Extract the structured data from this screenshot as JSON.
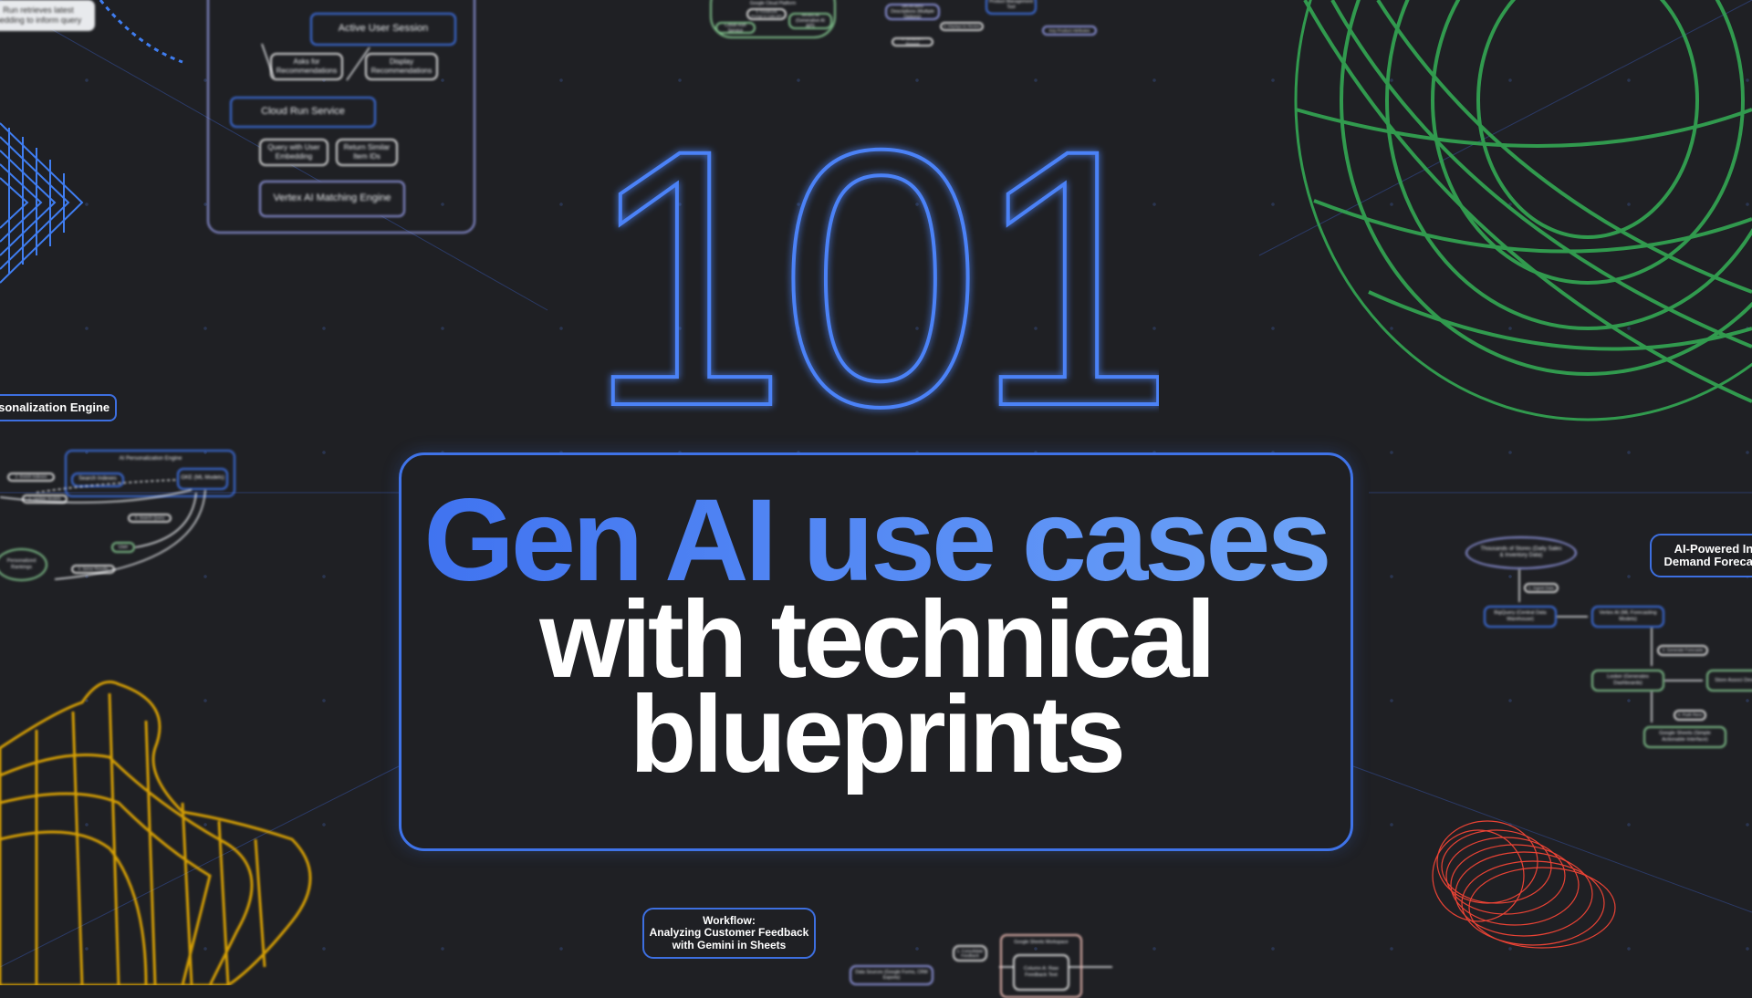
{
  "hero": {
    "number": "101",
    "line1": "Gen AI use cases",
    "line2": "with technical",
    "line3": "blueprints"
  },
  "colors": {
    "background": "#1f2024",
    "accent_blue": "#3f73e8",
    "sphere_green": "#34a853",
    "gear_yellow": "#f9ab00",
    "spring_red": "#ea4335"
  },
  "diagram_top_left": {
    "note": "Run retrieves latest\nbedding to inform query",
    "active_user_session": "Active User Session",
    "asks_for": "Asks for Recommendations",
    "display": "Display Recommendations",
    "cloud_run": "Cloud Run Service",
    "query_with": "Query with User Embedding",
    "return_similar": "Return Similar Item IDs",
    "matching_engine": "Vertex AI Matching Engine"
  },
  "diagram_top_center": {
    "gcp": "Google Cloud Platform",
    "construct_prompt": "3. Constructs Prompt & Calls API",
    "cloud_run": "Cloud Run Service",
    "vertex": "Vertex AI (Generative AI API)",
    "generated": "Generated Descriptions (Multiple Options)",
    "displays": "5. Displays for Review",
    "pmt": "Product Management Tool",
    "key_attrs": "Key Product Attributes",
    "sends": "2. Sends API Request"
  },
  "diagram_left": {
    "title": "ersonalization Engine",
    "engine": "AI Personalization Engine",
    "enrich": "2. Enrich Indexes",
    "update": "2. Update Models",
    "search_indexes": "Search Indexes",
    "gke": "GKE (ML Models)",
    "search_query": "3. Search Query",
    "user": "User",
    "rankings": "Personalized Rankings",
    "serve": "4. Serve Results"
  },
  "diagram_right": {
    "title": "AI-Powered In\nDemand Forecast",
    "stores": "Thousands of Stores (Daily Sales & Inventory Data)",
    "ingest": "1. Ingest Data",
    "bigquery": "BigQuery (Central Data Warehouse)",
    "vertex": "Vertex AI (ML Forecasting Models)",
    "generate": "3. Generate Forecasts",
    "looker": "Looker (Generates Dashboards)",
    "store_assoc": "Store Associ Devices",
    "push": "4. Push Recs",
    "sheets": "Google Sheets (Simple Actionable Interface)"
  },
  "diagram_bottom": {
    "title": "Workflow:\nAnalyzing Customer Feedback\nwith Gemini in Sheets",
    "consolidate": "1. Consolidate Feedback",
    "sources": "Data Sources (Google Forms, CRM Exports)",
    "workspace": "Google Sheets Workspace",
    "column_a": "Column A: Raw Feedback Text"
  }
}
